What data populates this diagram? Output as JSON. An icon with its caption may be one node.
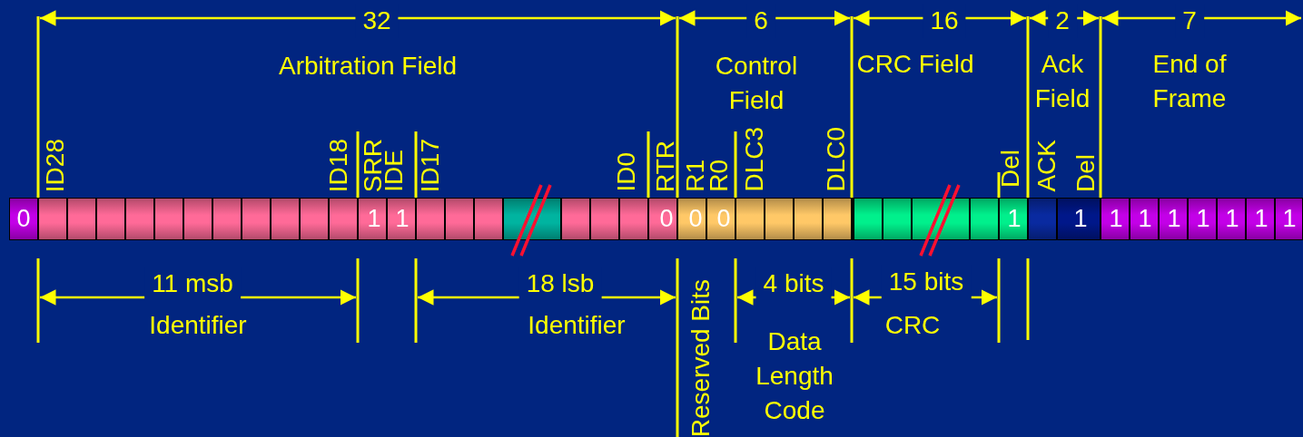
{
  "diagram": {
    "labels": [
      "32",
      "6",
      "16",
      "2",
      "7",
      "Arbitration Field",
      "Control Field",
      "CRC Field",
      "Ack Field",
      "End of Frame",
      "ID28",
      "ID18",
      "SRR",
      "IDE",
      "ID17",
      "ID0",
      "RTR",
      "R1",
      "R0",
      "DLC3",
      "DLC0",
      "Del",
      "ACK",
      "Del",
      "0",
      "1",
      "1",
      "0",
      "0",
      "0",
      "1",
      "1",
      "1",
      "1",
      "1",
      "1",
      "1",
      "1",
      "1",
      "11 msb",
      "18 lsb",
      "4 bits",
      "15 bits",
      "Identifier",
      "Identifier",
      "CRC",
      "Data Length Code",
      "Reserved Bits"
    ]
  }
}
